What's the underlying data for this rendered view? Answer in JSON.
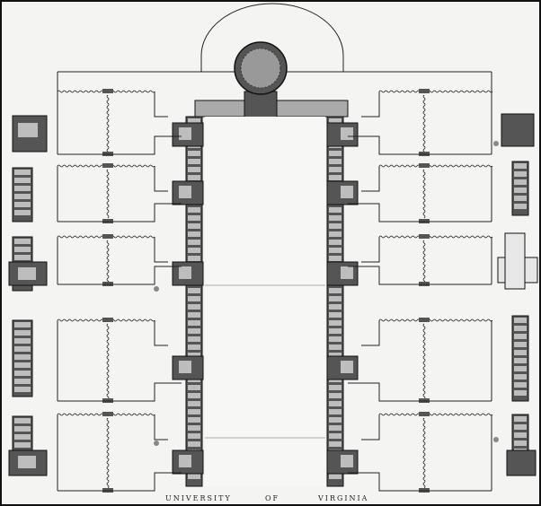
{
  "caption": {
    "word1": "UNIVERSITY",
    "word2": "OF",
    "word3": "VIRGINIA"
  },
  "colors": {
    "paper": "#f4f4f2",
    "ink": "#222222",
    "wall": "#555555",
    "fill": "#bdbdbd"
  }
}
